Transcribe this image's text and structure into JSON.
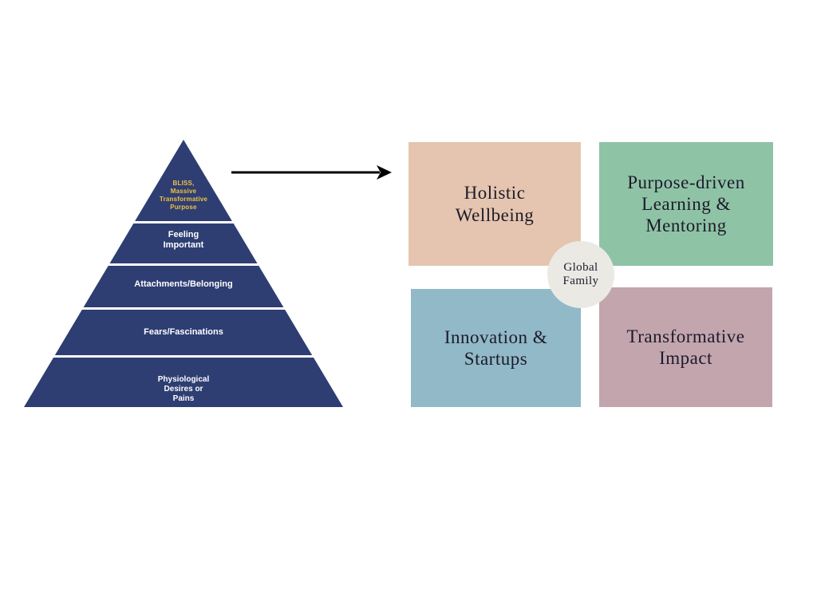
{
  "colors": {
    "pyramid": "#2e3e72",
    "bliss-text": "#f0c145",
    "box-holistic": "#e5c5af",
    "box-purpose": "#8fc3a6",
    "box-innovation": "#91b9c7",
    "box-impact": "#c3a5ae",
    "badge-bg": "#ebe9e4",
    "box-text": "#1c1b2b",
    "arrow": "#000000"
  },
  "pyramid": {
    "levels": [
      {
        "label": "BLISS,\nMassive\nTransformative\nPurpose"
      },
      {
        "label": "Feeling\nImportant"
      },
      {
        "label": "Attachments/Belonging"
      },
      {
        "label": "Fears/Fascinations"
      },
      {
        "label": "Physiological\nDesires or\nPains"
      }
    ]
  },
  "quadrants": [
    {
      "label": "Holistic\nWellbeing"
    },
    {
      "label": "Purpose-driven\nLearning &\nMentoring"
    },
    {
      "label": "Innovation &\nStartups"
    },
    {
      "label": "Transformative\nImpact"
    }
  ],
  "center_badge": {
    "label": "Global\nFamily"
  }
}
